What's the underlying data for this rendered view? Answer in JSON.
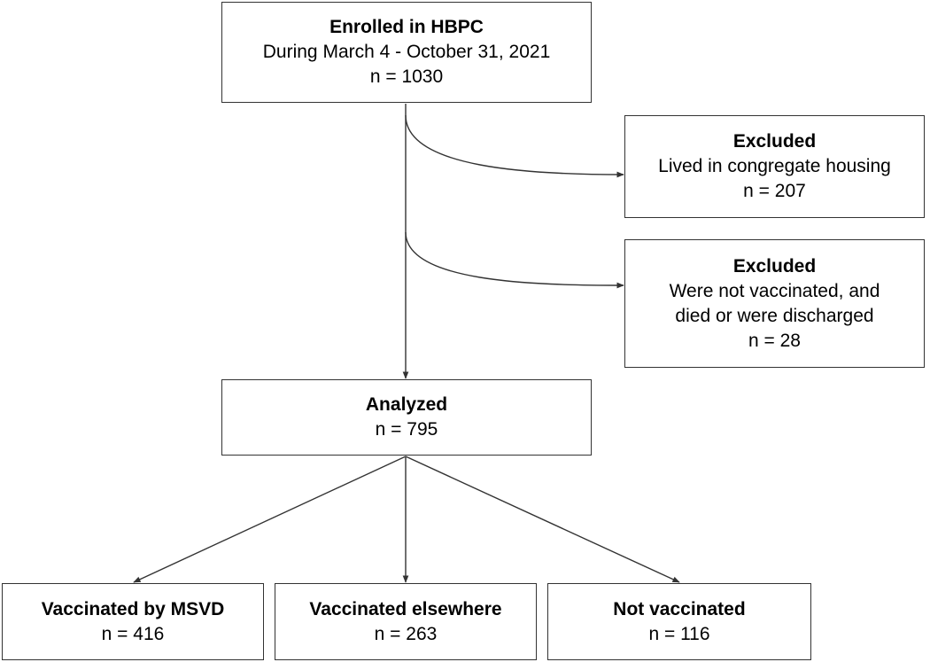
{
  "enrolled": {
    "title": "Enrolled in HBPC",
    "line1": "During March 4 - October 31, 2021",
    "count": "n = 1030"
  },
  "excluded_congregate": {
    "title": "Excluded",
    "line1": "Lived in congregate housing",
    "count": "n = 207"
  },
  "excluded_not_vaccinated": {
    "title": "Excluded",
    "line1": "Were not vaccinated, and",
    "line2": "died or were discharged",
    "count": "n = 28"
  },
  "analyzed": {
    "title": "Analyzed",
    "count": "n = 795"
  },
  "vaccinated_msvd": {
    "title": "Vaccinated by MSVD",
    "count": "n = 416"
  },
  "vaccinated_elsewhere": {
    "title": "Vaccinated elsewhere",
    "count": "n = 263"
  },
  "not_vaccinated": {
    "title": "Not vaccinated",
    "count": "n = 116"
  },
  "colors": {
    "line": "#333333",
    "border": "#333333",
    "text": "#000000"
  }
}
